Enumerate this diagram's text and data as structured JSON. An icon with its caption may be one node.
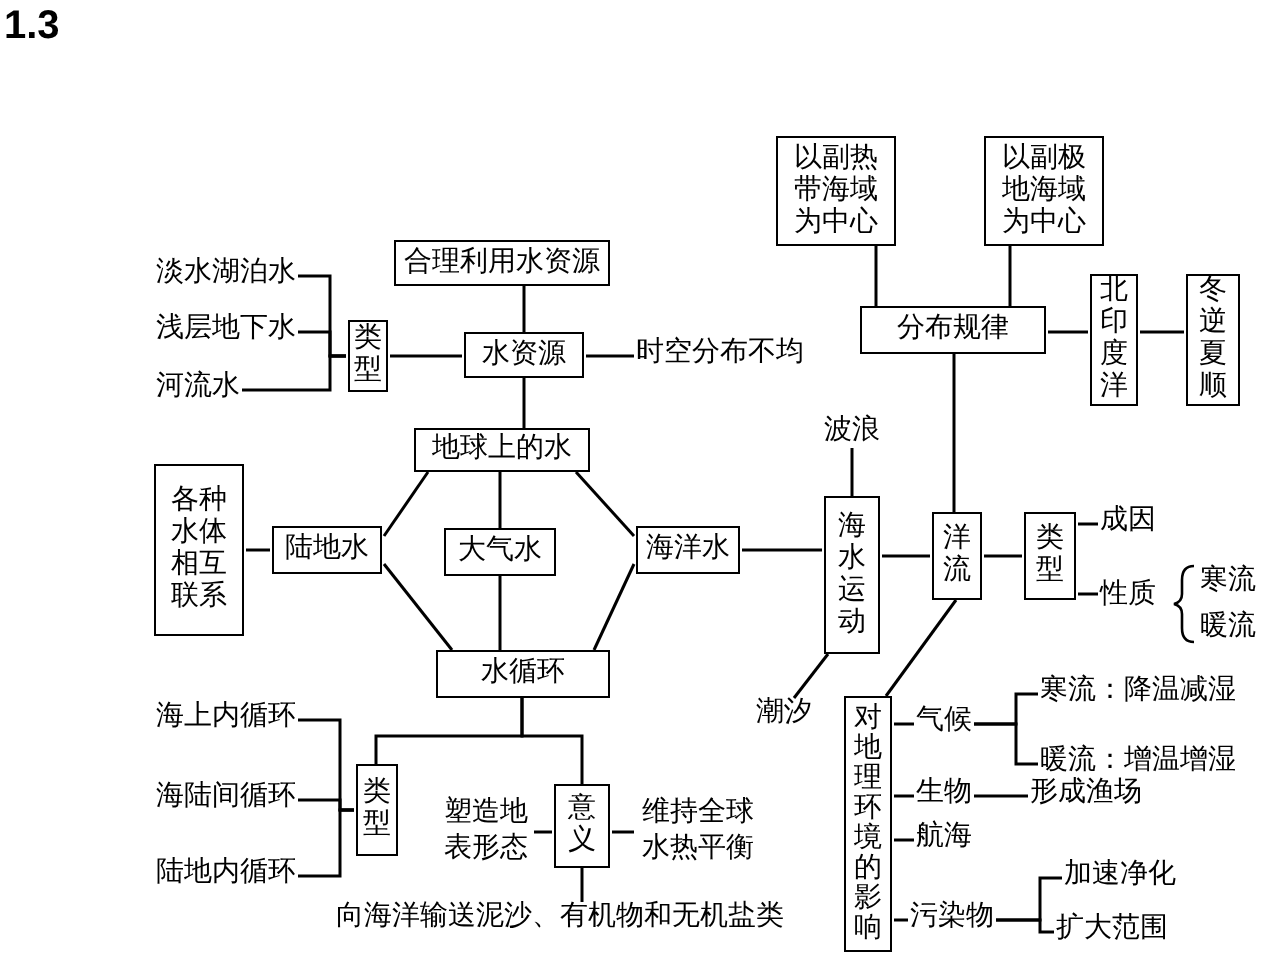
{
  "diagram": {
    "title": "1.3",
    "nodes": [
      {
        "text": [
          "合理利用水资源"
        ]
      },
      {
        "text": [
          "水资源"
        ]
      },
      {
        "text": [
          "时空分布不均"
        ]
      },
      {
        "text": [
          "类型"
        ]
      },
      {
        "text": [
          "淡水湖泊水"
        ]
      },
      {
        "text": [
          "浅层地下水"
        ]
      },
      {
        "text": [
          "河流水"
        ]
      },
      {
        "text": [
          "地球上的水"
        ]
      },
      {
        "text": [
          "各种水体相互联系"
        ]
      },
      {
        "text": [
          "陆地水"
        ]
      },
      {
        "text": [
          "大气水"
        ]
      },
      {
        "text": [
          "海洋水"
        ]
      },
      {
        "text": [
          "水循环"
        ]
      },
      {
        "text": [
          "类型"
        ]
      },
      {
        "text": [
          "海上内循环"
        ]
      },
      {
        "text": [
          "海陆间循环"
        ]
      },
      {
        "text": [
          "陆地内循环"
        ]
      },
      {
        "text": [
          "塑造地表形态"
        ]
      },
      {
        "text": [
          "意义"
        ]
      },
      {
        "text": [
          "维持全球水热平衡"
        ]
      },
      {
        "text": [
          "向海洋输送泥沙、有机物和无机盐类"
        ]
      },
      {
        "text": [
          "以副热带海域为中心"
        ]
      },
      {
        "text": [
          "以副极地海域为中心"
        ]
      },
      {
        "text": [
          "分布规律"
        ]
      },
      {
        "text": [
          "北印度洋"
        ]
      },
      {
        "text": [
          "冬逆夏顺"
        ]
      },
      {
        "text": [
          "波浪"
        ]
      },
      {
        "text": [
          "海水运动"
        ]
      },
      {
        "text": [
          "洋流"
        ]
      },
      {
        "text": [
          "类型"
        ]
      },
      {
        "text": [
          "成因"
        ]
      },
      {
        "text": [
          "性质"
        ]
      },
      {
        "text": [
          "潮汐"
        ]
      },
      {
        "text": [
          "对地理环境的影响"
        ]
      },
      {
        "text": [
          "气候"
        ]
      },
      {
        "text": [
          "寒流：降温减湿"
        ]
      },
      {
        "text": [
          "暖流：增温增湿"
        ]
      },
      {
        "text": [
          "生物"
        ]
      },
      {
        "text": [
          "形成渔场"
        ]
      },
      {
        "text": [
          "航海"
        ]
      },
      {
        "text": [
          "污染物"
        ]
      },
      {
        "text": [
          "加速净化"
        ]
      },
      {
        "text": [
          "扩大范围"
        ]
      }
    ],
    "edges": [
      {
        "from": 0,
        "to": 1,
        "arrow": "none"
      },
      {
        "from": 1,
        "to": 2,
        "arrow": "none"
      },
      {
        "from": 3,
        "to": 1,
        "arrow": "none"
      },
      {
        "from": 4,
        "to": 3,
        "arrow": "none"
      },
      {
        "from": 5,
        "to": 3,
        "arrow": "none"
      },
      {
        "from": 6,
        "to": 3,
        "arrow": "none"
      },
      {
        "from": 1,
        "to": 7,
        "arrow": "none"
      },
      {
        "from": 7,
        "to": 9,
        "arrow": "none"
      },
      {
        "from": 7,
        "to": 10,
        "arrow": "none"
      },
      {
        "from": 7,
        "to": 11,
        "arrow": "none"
      },
      {
        "from": 9,
        "to": 12,
        "arrow": "none"
      },
      {
        "from": 10,
        "to": 12,
        "arrow": "none"
      },
      {
        "from": 11,
        "to": 12,
        "arrow": "none"
      },
      {
        "from": 8,
        "to": 9,
        "arrow": "none"
      },
      {
        "from": 11,
        "to": 27,
        "arrow": "none"
      },
      {
        "from": 12,
        "to": 13,
        "arrow": "none"
      },
      {
        "from": 12,
        "to": 18,
        "arrow": "none"
      },
      {
        "from": 14,
        "to": 13,
        "arrow": "none"
      },
      {
        "from": 15,
        "to": 13,
        "arrow": "none"
      },
      {
        "from": 16,
        "to": 13,
        "arrow": "none"
      },
      {
        "from": 17,
        "to": 18,
        "arrow": "none"
      },
      {
        "from": 18,
        "to": 19,
        "arrow": "none"
      },
      {
        "from": 18,
        "to": 20,
        "arrow": "none"
      },
      {
        "from": 21,
        "to": 23,
        "arrow": "none"
      },
      {
        "from": 22,
        "to": 23,
        "arrow": "none"
      },
      {
        "from": 23,
        "to": 24,
        "arrow": "none"
      },
      {
        "from": 24,
        "to": 25,
        "arrow": "none"
      },
      {
        "from": 23,
        "to": 28,
        "arrow": "none"
      },
      {
        "from": 26,
        "to": 27,
        "arrow": "none"
      },
      {
        "from": 27,
        "to": 28,
        "arrow": "none"
      },
      {
        "from": 28,
        "to": 29,
        "arrow": "none"
      },
      {
        "from": 29,
        "to": 30,
        "arrow": "none"
      },
      {
        "from": 29,
        "to": 31,
        "arrow": "none"
      },
      {
        "from": 27,
        "to": 32,
        "arrow": "none"
      },
      {
        "from": 28,
        "to": 33,
        "arrow": "none"
      },
      {
        "from": 33,
        "to": 34,
        "arrow": "none"
      },
      {
        "from": 33,
        "to": 37,
        "arrow": "none"
      },
      {
        "from": 33,
        "to": 39,
        "arrow": "none"
      },
      {
        "from": 33,
        "to": 40,
        "arrow": "none"
      },
      {
        "from": 34,
        "to": 35,
        "arrow": "none"
      },
      {
        "from": 34,
        "to": 36,
        "arrow": "none"
      },
      {
        "from": 37,
        "to": 38,
        "arrow": "none"
      },
      {
        "from": 40,
        "to": 41,
        "arrow": "none"
      },
      {
        "from": 40,
        "to": 42,
        "arrow": "none"
      }
    ],
    "labels": [
      "寒流",
      "暖流"
    ]
  }
}
